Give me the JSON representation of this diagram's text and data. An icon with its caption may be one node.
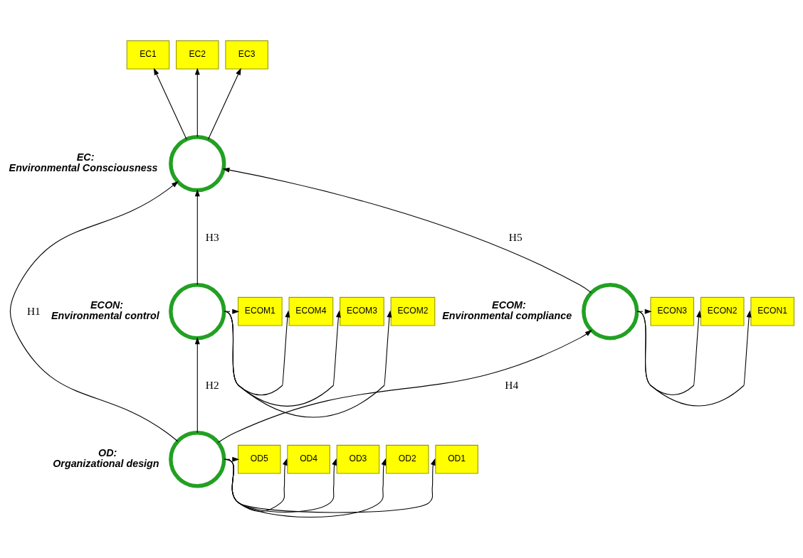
{
  "diagram": {
    "nodes": [
      {
        "text": [],
        "shape": "circle",
        "beside": [
          "EC: Environmental Consciousness"
        ]
      },
      {
        "text": [
          "EC1"
        ]
      },
      {
        "text": [
          "EC2"
        ]
      },
      {
        "text": [
          "EC3"
        ]
      },
      {
        "text": [],
        "shape": "circle",
        "beside": [
          "ECON: Environmental control"
        ]
      },
      {
        "text": [
          "ECOM1"
        ]
      },
      {
        "text": [
          "ECOM2"
        ]
      },
      {
        "text": [
          "ECOM3"
        ]
      },
      {
        "text": [
          "ECOM4"
        ]
      },
      {
        "text": [],
        "shape": "circle",
        "beside": [
          "ECOM: Environmental compliance"
        ]
      },
      {
        "text": [
          "ECON1"
        ]
      },
      {
        "text": [
          "ECON2"
        ]
      },
      {
        "text": [
          "ECON3"
        ]
      },
      {
        "text": [],
        "shape": "circle",
        "beside": [
          "OD: Organizational design"
        ]
      },
      {
        "text": [
          "OD1"
        ]
      },
      {
        "text": [
          "OD2"
        ]
      },
      {
        "text": [
          "OD3"
        ]
      },
      {
        "text": [
          "OD4"
        ]
      },
      {
        "text": [
          "OD5"
        ]
      }
    ],
    "edges": [
      {
        "from": 0,
        "to": 1,
        "arrow": "to"
      },
      {
        "from": 0,
        "to": 2,
        "arrow": "to"
      },
      {
        "from": 0,
        "to": 3,
        "arrow": "to"
      },
      {
        "from": 4,
        "to": 5,
        "arrow": "to"
      },
      {
        "from": 4,
        "to": 6,
        "arrow": "to"
      },
      {
        "from": 4,
        "to": 7,
        "arrow": "to"
      },
      {
        "from": 4,
        "to": 8,
        "arrow": "to"
      },
      {
        "from": 9,
        "to": 10,
        "arrow": "to"
      },
      {
        "from": 9,
        "to": 11,
        "arrow": "to"
      },
      {
        "from": 9,
        "to": 12,
        "arrow": "to"
      },
      {
        "from": 13,
        "to": 14,
        "arrow": "to"
      },
      {
        "from": 13,
        "to": 15,
        "arrow": "to"
      },
      {
        "from": 13,
        "to": 16,
        "arrow": "to"
      },
      {
        "from": 13,
        "to": 17,
        "arrow": "to"
      },
      {
        "from": 13,
        "to": 18,
        "arrow": "to"
      },
      {
        "from": 4,
        "to": 0,
        "arrow": "to",
        "label": "H3"
      },
      {
        "from": 13,
        "to": 4,
        "arrow": "to",
        "label": "H2"
      },
      {
        "from": 13,
        "to": 0,
        "arrow": "to",
        "label": "H1"
      },
      {
        "from": 13,
        "to": 9,
        "arrow": "to",
        "label": "H4"
      },
      {
        "from": 9,
        "to": 0,
        "arrow": "to",
        "label": "H5"
      }
    ]
  }
}
